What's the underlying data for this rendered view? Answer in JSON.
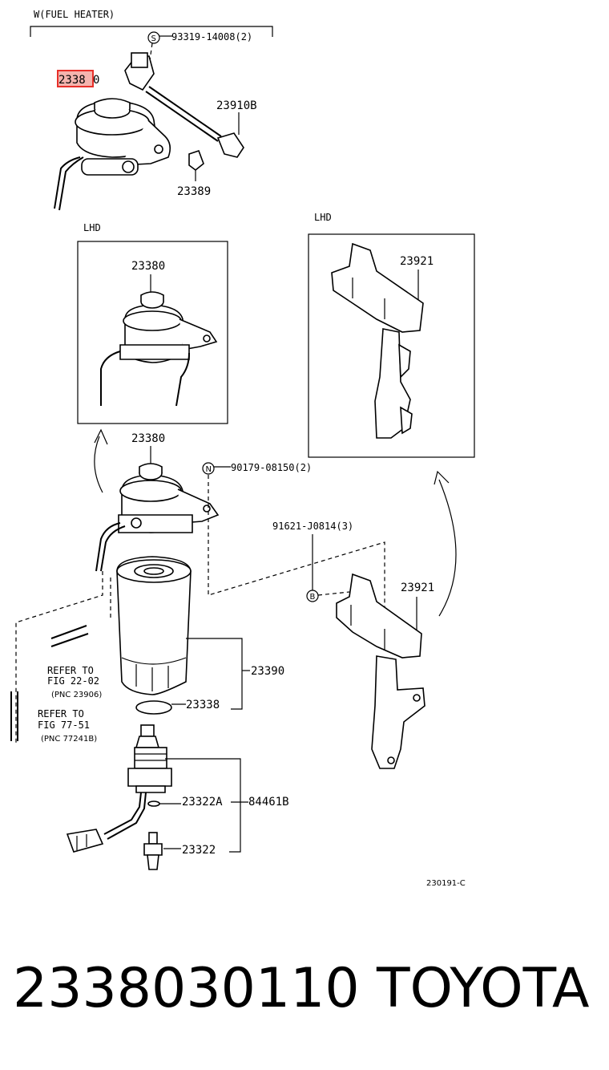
{
  "header": {
    "variant_note": "W(FUEL HEATER)"
  },
  "highlight": {
    "label_highlighted": "2338",
    "label_rest": "0"
  },
  "callouts": {
    "bolt_top": "93319-14008(2)",
    "harness": "23910B",
    "clip": "23389",
    "lhd_left_title": "LHD",
    "lhd_left_part": "23380",
    "lhd_right_title": "LHD",
    "lhd_right_part": "23921",
    "main_part": "23380",
    "nut": "90179-08150(2)",
    "bolt_bracket": "91621-J0814(3)",
    "bracket": "23921",
    "filter": "23390",
    "oring": "23338",
    "oring_small": "23322A",
    "kit": "84461B",
    "sensor": "23322",
    "refer1_line1": "REFER TO",
    "refer1_line2": "FIG 22-02",
    "refer1_line3": "(PNC 23906)",
    "refer2_line1": "REFER TO",
    "refer2_line2": "FIG 77-51",
    "refer2_line3": "(PNC 77241B)",
    "diagram_code": "230191-C",
    "symbol_s": "S",
    "symbol_n": "N",
    "symbol_b": "B"
  },
  "footer": {
    "part_number": "2338030110",
    "brand": "TOYOTA"
  },
  "colors": {
    "highlight_box": "#e8302a",
    "highlight_fill": "#f4b4ae"
  }
}
